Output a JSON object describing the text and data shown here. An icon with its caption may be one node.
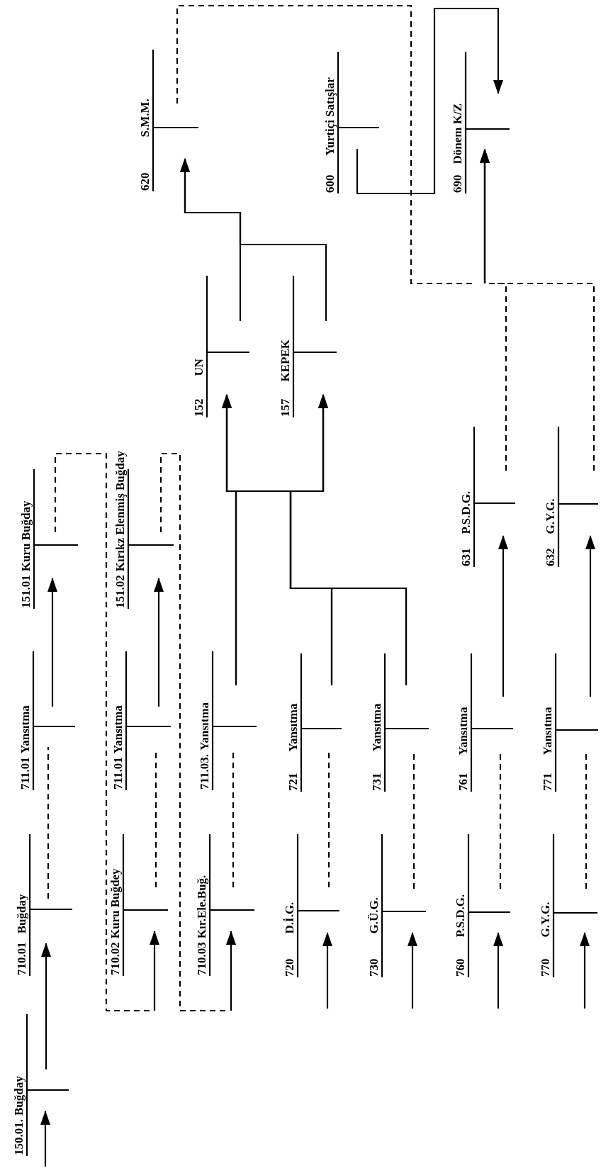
{
  "diagram": {
    "nodes": [
      {
        "text": [
          "620",
          "S.M.M."
        ]
      },
      {
        "text": [
          "600",
          "Yurtiçi Satışlar"
        ]
      },
      {
        "text": [
          "690",
          "Dönem K/Z"
        ]
      },
      {
        "text": [
          "152",
          "UN"
        ]
      },
      {
        "text": [
          "157",
          "KEPEK"
        ]
      },
      {
        "text": [
          "151.01",
          "Kuru Buğday"
        ]
      },
      {
        "text": [
          "151.02",
          "Kırıkz Elenmiş Buğday"
        ]
      },
      {
        "text": [
          "631",
          "P.S.D.G."
        ]
      },
      {
        "text": [
          "632",
          "G.Y.G."
        ]
      },
      {
        "text": [
          "711.01",
          "Yansıtma"
        ]
      },
      {
        "text": [
          "711.01",
          "Yansıtma"
        ]
      },
      {
        "text": [
          "711.03.",
          "Yansıtma"
        ]
      },
      {
        "text": [
          "721",
          "Yansıtma"
        ]
      },
      {
        "text": [
          "731",
          "Yansıtma"
        ]
      },
      {
        "text": [
          "761",
          "Yansıtma"
        ]
      },
      {
        "text": [
          "771",
          "Yansıtma"
        ]
      },
      {
        "text": [
          "710.01",
          "Buğday"
        ]
      },
      {
        "text": [
          "710.02",
          "Kuru Buğdey"
        ]
      },
      {
        "text": [
          "710.03",
          "Kır.Ele.Buğ."
        ]
      },
      {
        "text": [
          "720",
          "D.İ.G."
        ]
      },
      {
        "text": [
          "730",
          "G.Ü.G."
        ]
      },
      {
        "text": [
          "760",
          "P.S.D.G."
        ]
      },
      {
        "text": [
          "770",
          "G.Y.G."
        ]
      },
      {
        "text": [
          "150.01.",
          "Buğday"
        ]
      }
    ],
    "edges": [
      {
        "from": null,
        "to": 23,
        "arrow": "to"
      },
      {
        "from": 23,
        "to": 16,
        "arrow": "to"
      },
      {
        "from": 16,
        "to": 9,
        "arrow": "none",
        "style": "dashed"
      },
      {
        "from": 9,
        "to": 5,
        "arrow": "to"
      },
      {
        "from": 5,
        "to": 17,
        "arrow": "to",
        "style": "dashed"
      },
      {
        "from": 17,
        "to": 10,
        "arrow": "none",
        "style": "dashed"
      },
      {
        "from": 10,
        "to": 6,
        "arrow": "to"
      },
      {
        "from": 6,
        "to": 18,
        "arrow": "to",
        "style": "dashed"
      },
      {
        "from": 18,
        "to": 11,
        "arrow": "none",
        "style": "dashed"
      },
      {
        "from": 11,
        "to": 3,
        "arrow": "to"
      },
      {
        "from": 11,
        "to": 4,
        "arrow": "to"
      },
      {
        "from": null,
        "to": 19,
        "arrow": "to"
      },
      {
        "from": 19,
        "to": 12,
        "arrow": "none",
        "style": "dashed"
      },
      {
        "from": 12,
        "to": 3,
        "arrow": "to"
      },
      {
        "from": 12,
        "to": 4,
        "arrow": "to"
      },
      {
        "from": null,
        "to": 20,
        "arrow": "to"
      },
      {
        "from": 20,
        "to": 13,
        "arrow": "none",
        "style": "dashed"
      },
      {
        "from": 13,
        "to": 3,
        "arrow": "to"
      },
      {
        "from": 13,
        "to": 4,
        "arrow": "to"
      },
      {
        "from": null,
        "to": 21,
        "arrow": "to"
      },
      {
        "from": 21,
        "to": 14,
        "arrow": "none",
        "style": "dashed"
      },
      {
        "from": 14,
        "to": 7,
        "arrow": "to"
      },
      {
        "from": null,
        "to": 22,
        "arrow": "to"
      },
      {
        "from": 22,
        "to": 15,
        "arrow": "none",
        "style": "dashed"
      },
      {
        "from": 15,
        "to": 8,
        "arrow": "to"
      },
      {
        "from": 3,
        "to": 0,
        "arrow": "to"
      },
      {
        "from": 4,
        "to": 0,
        "arrow": "to"
      },
      {
        "from": 1,
        "to": 2,
        "arrow": "to"
      },
      {
        "from": 0,
        "to": 2,
        "arrow": "to",
        "style": "dashed"
      },
      {
        "from": 7,
        "to": 2,
        "arrow": "to",
        "style": "dashed"
      },
      {
        "from": 8,
        "to": 2,
        "arrow": "to",
        "style": "dashed"
      }
    ]
  }
}
